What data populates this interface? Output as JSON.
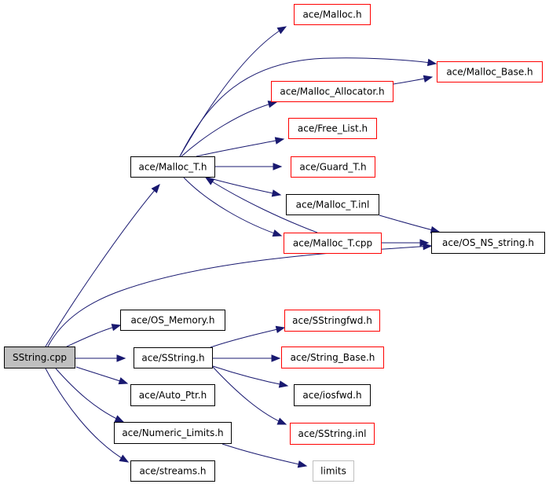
{
  "colors": {
    "edge": "#191970",
    "root_fill": "#bfbfbf",
    "root_border": "#000000",
    "documented_border": "#000000",
    "undocumented_border": "#ff0000",
    "external_border": "#bfbfbf",
    "external_text": "#808080"
  },
  "nodes": {
    "sstring_cpp": {
      "label": "SString.cpp",
      "kind": "root"
    },
    "malloc_h": {
      "label": "ace/Malloc.h",
      "kind": "undocumented"
    },
    "malloc_base_h": {
      "label": "ace/Malloc_Base.h",
      "kind": "undocumented"
    },
    "malloc_allocator_h": {
      "label": "ace/Malloc_Allocator.h",
      "kind": "undocumented"
    },
    "free_list_h": {
      "label": "ace/Free_List.h",
      "kind": "undocumented"
    },
    "malloc_t_h": {
      "label": "ace/Malloc_T.h",
      "kind": "documented"
    },
    "guard_t_h": {
      "label": "ace/Guard_T.h",
      "kind": "undocumented"
    },
    "malloc_t_inl": {
      "label": "ace/Malloc_T.inl",
      "kind": "documented"
    },
    "malloc_t_cpp": {
      "label": "ace/Malloc_T.cpp",
      "kind": "undocumented"
    },
    "os_ns_string_h": {
      "label": "ace/OS_NS_string.h",
      "kind": "documented"
    },
    "os_memory_h": {
      "label": "ace/OS_Memory.h",
      "kind": "documented"
    },
    "sstringfwd_h": {
      "label": "ace/SStringfwd.h",
      "kind": "undocumented"
    },
    "sstring_h": {
      "label": "ace/SString.h",
      "kind": "documented"
    },
    "string_base_h": {
      "label": "ace/String_Base.h",
      "kind": "undocumented"
    },
    "auto_ptr_h": {
      "label": "ace/Auto_Ptr.h",
      "kind": "documented"
    },
    "iosfwd_h": {
      "label": "ace/iosfwd.h",
      "kind": "documented"
    },
    "sstring_inl": {
      "label": "ace/SString.inl",
      "kind": "undocumented"
    },
    "numeric_limits_h": {
      "label": "ace/Numeric_Limits.h",
      "kind": "documented"
    },
    "streams_h": {
      "label": "ace/streams.h",
      "kind": "documented"
    },
    "limits": {
      "label": "limits",
      "kind": "external"
    }
  },
  "edges": [
    {
      "from": "sstring_cpp",
      "to": "malloc_t_h"
    },
    {
      "from": "sstring_cpp",
      "to": "os_ns_string_h"
    },
    {
      "from": "sstring_cpp",
      "to": "os_memory_h"
    },
    {
      "from": "sstring_cpp",
      "to": "sstring_h"
    },
    {
      "from": "sstring_cpp",
      "to": "auto_ptr_h"
    },
    {
      "from": "sstring_cpp",
      "to": "numeric_limits_h"
    },
    {
      "from": "sstring_cpp",
      "to": "streams_h"
    },
    {
      "from": "malloc_t_h",
      "to": "malloc_h"
    },
    {
      "from": "malloc_t_h",
      "to": "malloc_base_h"
    },
    {
      "from": "malloc_t_h",
      "to": "malloc_allocator_h"
    },
    {
      "from": "malloc_t_h",
      "to": "free_list_h"
    },
    {
      "from": "malloc_t_h",
      "to": "guard_t_h"
    },
    {
      "from": "malloc_t_h",
      "to": "malloc_t_inl"
    },
    {
      "from": "malloc_t_h",
      "to": "malloc_t_cpp"
    },
    {
      "from": "malloc_allocator_h",
      "to": "malloc_base_h"
    },
    {
      "from": "malloc_t_inl",
      "to": "os_ns_string_h"
    },
    {
      "from": "malloc_t_cpp",
      "to": "malloc_t_h"
    },
    {
      "from": "malloc_t_cpp",
      "to": "os_ns_string_h"
    },
    {
      "from": "sstring_h",
      "to": "sstringfwd_h"
    },
    {
      "from": "sstring_h",
      "to": "string_base_h"
    },
    {
      "from": "sstring_h",
      "to": "iosfwd_h"
    },
    {
      "from": "sstring_h",
      "to": "sstring_inl"
    },
    {
      "from": "numeric_limits_h",
      "to": "limits"
    }
  ]
}
